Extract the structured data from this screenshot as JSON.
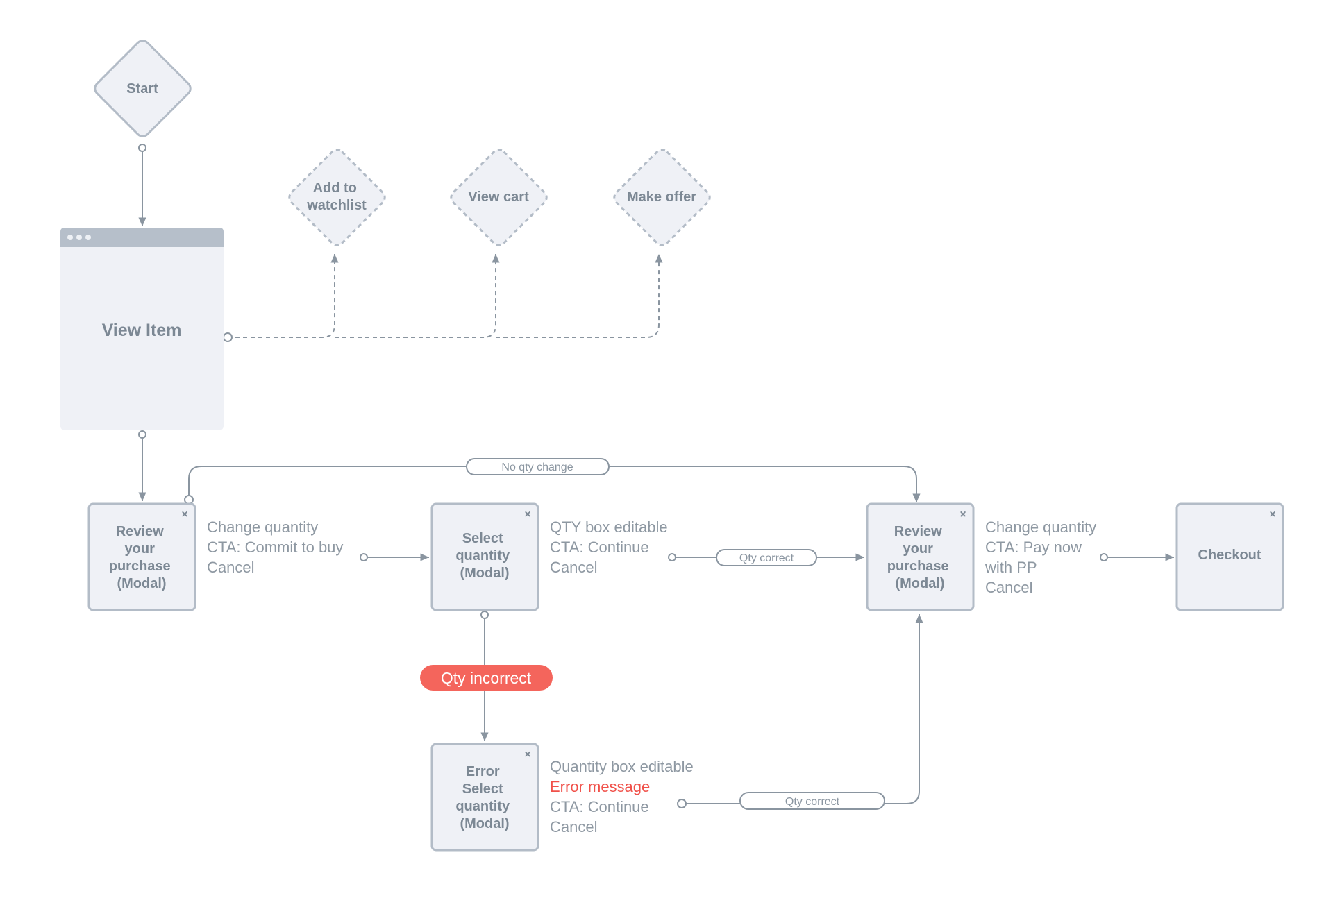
{
  "nodes": {
    "start": "Start",
    "watchlist": [
      "Add to",
      "watchlist"
    ],
    "view_cart": "View cart",
    "make_offer": "Make offer",
    "view_item": "View Item",
    "review_1": [
      "Review",
      "your",
      "purchase",
      "(Modal)"
    ],
    "select_qty": [
      "Select",
      "quantity",
      "(Modal)"
    ],
    "review_2": [
      "Review",
      "your",
      "purchase",
      "(Modal)"
    ],
    "checkout": "Checkout",
    "error_select": [
      "Error",
      "Select",
      "quantity",
      "(Modal)"
    ]
  },
  "notes": {
    "review_1": [
      "Change quantity",
      "CTA: Commit to buy",
      "Cancel"
    ],
    "select_qty": [
      "QTY box editable",
      "CTA: Continue",
      "Cancel"
    ],
    "review_2": [
      "Change quantity",
      "CTA: Pay now",
      "with PP",
      "Cancel"
    ],
    "error_select": {
      "line1": "Quantity box editable",
      "error": "Error message",
      "line3": "CTA: Continue",
      "line4": "Cancel"
    }
  },
  "labels": {
    "no_qty_change": "No qty change",
    "qty_correct_1": "Qty correct",
    "qty_correct_2": "Qty correct",
    "qty_incorrect": "Qty incorrect"
  },
  "colors": {
    "node_fill": "#eff1f6",
    "node_stroke": "#b3bcc7",
    "line": "#8a95a0",
    "error": "#f0514a",
    "pill_error": "#f4655c"
  }
}
